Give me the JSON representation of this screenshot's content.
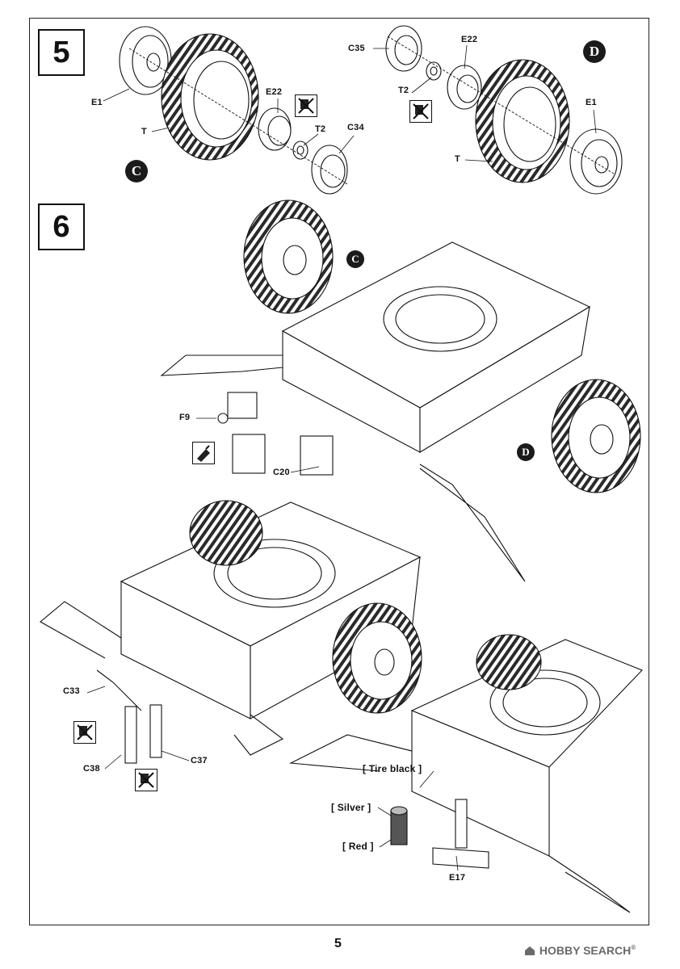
{
  "steps": [
    {
      "number": "5"
    },
    {
      "number": "6"
    }
  ],
  "callouts": {
    "c": "C",
    "d": "D"
  },
  "step5": {
    "labels": {
      "e1_left": "E1",
      "t_left": "T",
      "e22_left": "E22",
      "t2_left": "T2",
      "c34": "C34",
      "c35": "C35",
      "e22_right": "E22",
      "t2_right": "T2",
      "e1_right": "E1",
      "t_right": "T"
    }
  },
  "step6": {
    "labels": {
      "f9": "F9",
      "c20": "C20",
      "c33": "C33",
      "c38": "C38",
      "c37": "C37",
      "e17": "E17"
    },
    "paint": {
      "tire_black": "[ Tire  black ]",
      "silver": "[ Silver ]",
      "red": "[ Red ]"
    }
  },
  "footer": {
    "page_number": "5",
    "watermark": "HOBBY SEARCH",
    "watermark_mark": "®"
  },
  "icons": [
    "glue-icon",
    "no-glue-icon",
    "wheel-icon",
    "chassis-icon"
  ],
  "colors": {
    "ink": "#111111",
    "watermark": "#6a6a6a",
    "paint_red": "#3a3a3a"
  }
}
